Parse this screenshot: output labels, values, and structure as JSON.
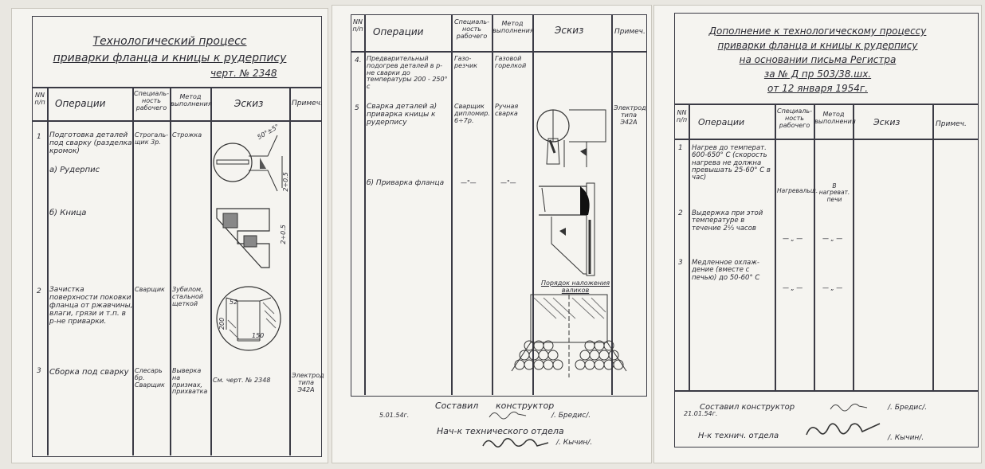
{
  "sheet1": {
    "title_line1": "Технологический процесс",
    "title_line2": "приварки фланца и кницы к рудерпису",
    "drawing_ref": "черт. № 2348",
    "headers": {
      "num": "NN п/п",
      "operations": "Операции",
      "specialty": "Специаль- ность рабочего",
      "method": "Метод выполнения",
      "sketch": "Эскиз",
      "notes": "Примеч."
    },
    "rows": [
      {
        "num": "1",
        "operation": "Подготовка деталей под сварку (разделка кромок)",
        "specialty": "Строгаль- щик 3р.",
        "method": "Строжка",
        "note": ""
      },
      {
        "num": "",
        "operation": "а) Рудерпис",
        "specialty": "",
        "method": "",
        "note": ""
      },
      {
        "num": "",
        "operation": "б) Кница",
        "specialty": "",
        "method": "",
        "note": ""
      },
      {
        "num": "2",
        "operation": "Зачистка поверхности поковки фланца от ржавчины, влаги, грязи и т.п. в р-не приварки.",
        "specialty": "Сварщик",
        "method": "Зубилом, стальной щеткой",
        "note": ""
      },
      {
        "num": "3",
        "operation": "Сборка под сварку",
        "specialty": "Слесарь бр. Сварщик",
        "method": "Выверка на призмах, прихватка",
        "sketch": "См. черт. № 2348",
        "note": "Электрод типа Э42А"
      }
    ],
    "sketch_labels": [
      "50°±5°",
      "2÷0.5",
      "2÷0.5",
      "200",
      "150",
      "52"
    ]
  },
  "sheet2": {
    "headers": {
      "num": "NN п/п",
      "operations": "Операции",
      "specialty": "Специаль- ность рабочего",
      "method": "Метод выполнения",
      "sketch": "Эскиз",
      "notes": "Примеч."
    },
    "rows": [
      {
        "num": "4.",
        "operation": "Предварительный подогрев деталей в р-не сварки до температуры 200 - 250° с",
        "specialty": "Газо- резчик",
        "method": "Газовой горелкой",
        "note": ""
      },
      {
        "num": "5",
        "operation": "Сварка деталей а) приварка кницы к рудерпису",
        "specialty": "Сварщик дипломир. 6÷7р.",
        "method": "Ручная сварка",
        "note": "Электрод типа Э42А"
      },
      {
        "num": "",
        "operation": "б) Приварка фланца",
        "specialty": "—\"—",
        "method": "—\"—",
        "note": ""
      }
    ],
    "bead_order_label": "Порядок наложения валиков",
    "footer": {
      "composed": "Составил",
      "composer_title": "конструктор",
      "date": "5.01.54г.",
      "composer_name": "/. Бредис/.",
      "head_title": "Нач-к технического отдела",
      "head_name": "/. Кычин/."
    }
  },
  "sheet3": {
    "title_line1": "Дополнение к технологическому процессу",
    "title_line2": "приварки фланца и кницы к рудерпису",
    "title_line3": "на основании письма Регистра",
    "title_line4": "за № Д пр 503/38.шх.",
    "title_line5": "от 12 января 1954г.",
    "headers": {
      "num": "NN п/п",
      "operations": "Операции",
      "specialty": "Специаль- ность рабочего",
      "method": "Метод выполнения",
      "sketch": "Эскиз",
      "notes": "Примеч."
    },
    "rows": [
      {
        "num": "1",
        "operation": "Нагрев до температ. 600-650° С (скорость нагрева не должна превышать 25-60° С в час)",
        "specialty": "Нагревальщ.",
        "method": "В нагреват. печи"
      },
      {
        "num": "2",
        "operation": "Выдержка при этой температуре в течение 2½ часов",
        "specialty": "— „ —",
        "method": "— „ —"
      },
      {
        "num": "3",
        "operation": "Медленное охлаж- дение (вместе с печью) до 50-60° С",
        "specialty": "— „ —",
        "method": "— „ —"
      }
    ],
    "footer": {
      "composed": "Составил конструктор",
      "date": "21.01.54г.",
      "composer_name": "/. Бредис/.",
      "head_title": "Н-к технич. отдела",
      "head_name": "/. Кычин/."
    }
  }
}
